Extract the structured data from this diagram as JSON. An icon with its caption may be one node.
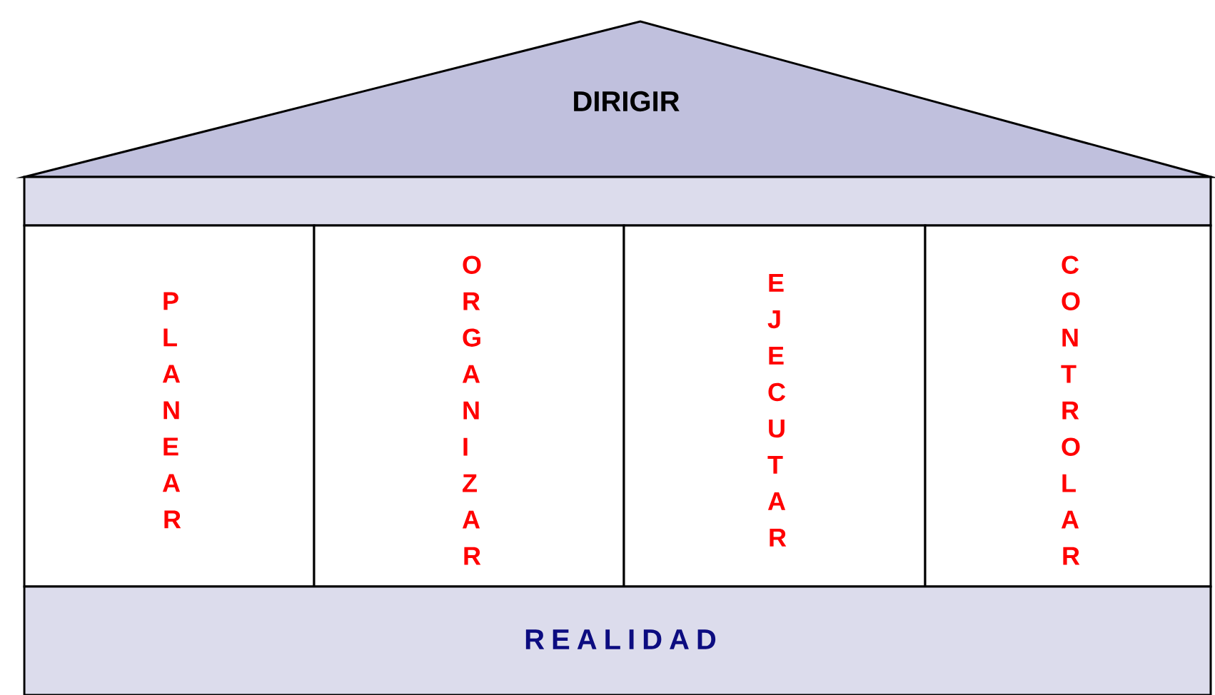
{
  "diagram": {
    "nodes": [
      {
        "text": [
          "DIRIGIR"
        ]
      },
      {
        "text": [],
        "shape": "bar"
      },
      {
        "text": [
          "PLANEAR"
        ]
      },
      {
        "text": [
          "ORGANIZAR"
        ]
      },
      {
        "text": [
          "EJECUTAR"
        ]
      },
      {
        "text": [
          "CONTROLAR"
        ]
      },
      {
        "text": [
          "R E A L I D A D"
        ]
      }
    ]
  }
}
